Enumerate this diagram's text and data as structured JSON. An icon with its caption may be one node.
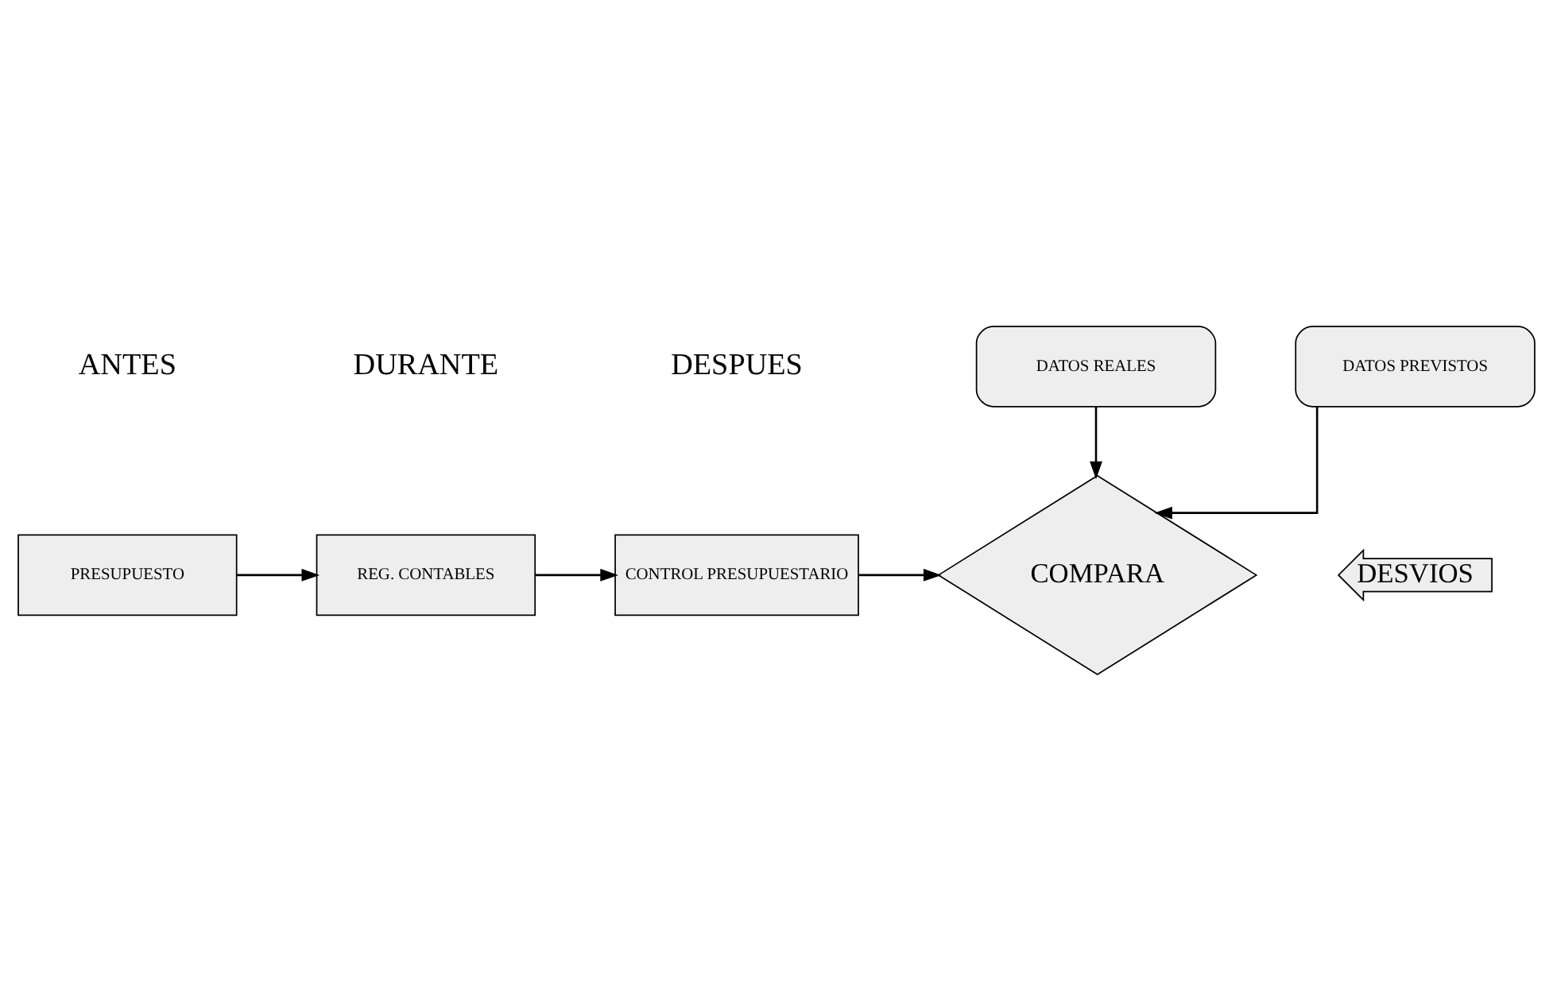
{
  "diagram": {
    "nodes": [
      {
        "text": [
          "PRESUPUESTO"
        ]
      },
      {
        "text": [
          "REG. CONTABLES"
        ]
      },
      {
        "text": [
          "CONTROL PRESUPUESTARIO"
        ]
      },
      {
        "text": [
          "DATOS PREVISTOS"
        ]
      },
      {
        "text": [
          "DATOS REALES"
        ]
      },
      {
        "text": [
          "COMPARA"
        ]
      },
      {
        "text": [
          "DESVIOS"
        ]
      }
    ],
    "edges": [
      {
        "from": 0,
        "to": 1,
        "arrow": "to"
      },
      {
        "from": 1,
        "to": 2,
        "arrow": "to"
      },
      {
        "from": 3,
        "to": 5,
        "arrow": "to"
      },
      {
        "from": 4,
        "to": 5,
        "arrow": "to"
      },
      {
        "from": 2,
        "to": 5,
        "arrow": "to"
      }
    ],
    "labels": [
      "ANTES",
      "DURANTE",
      "DESPUES"
    ]
  }
}
